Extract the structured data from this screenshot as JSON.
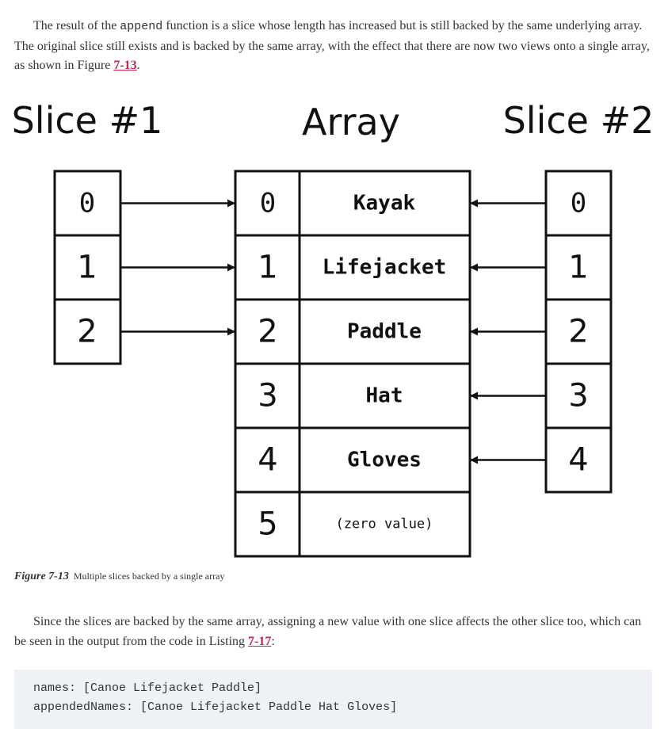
{
  "para1": {
    "part1": "The result of the ",
    "code": "append",
    "part2": " function is a slice whose length has increased but is still backed by the same underlying array. The original slice still exists and is backed by the same array, with the effect that there are now two views onto a single array, as shown in Figure ",
    "ref": "7-13",
    "part3": "."
  },
  "figure": {
    "slice1_title": "Slice #1",
    "array_title": "Array",
    "slice2_title": "Slice #2",
    "slice1_indices": [
      "0",
      "1",
      "2"
    ],
    "array_indices": [
      "0",
      "1",
      "2",
      "3",
      "4",
      "5"
    ],
    "array_values": [
      "Kayak",
      "Lifejacket",
      "Paddle",
      "Hat",
      "Gloves",
      "(zero value)"
    ],
    "slice2_indices": [
      "0",
      "1",
      "2",
      "3",
      "4"
    ]
  },
  "caption": {
    "label": "Figure 7-13",
    "text": "Multiple slices backed by a single array"
  },
  "para2": {
    "part1": "Since the slices are backed by the same array, assigning a new value with one slice affects the other slice too, which can be seen in the output from the code in Listing ",
    "ref": "7-17",
    "part2": ":"
  },
  "code_block": {
    "lines": [
      "names: [Canoe Lifejacket Paddle]",
      "appendedNames: [Canoe Lifejacket Paddle Hat Gloves]"
    ]
  }
}
